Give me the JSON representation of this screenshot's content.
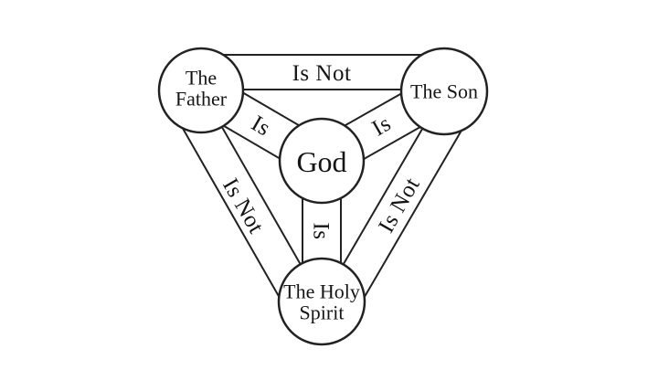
{
  "diagram": {
    "nodes": {
      "father": {
        "line1": "The",
        "line2": "Father"
      },
      "son": {
        "label": "The Son"
      },
      "god": {
        "label": "God"
      },
      "spirit": {
        "line1": "The Holy",
        "line2": "Spirit"
      }
    },
    "edges": {
      "father_son": "Is Not",
      "father_spirit": "Is Not",
      "son_spirit": "Is Not",
      "father_god": "Is",
      "son_god": "Is",
      "spirit_god": "Is"
    },
    "colors": {
      "stroke": "#222222",
      "text": "#151515",
      "background": "#ffffff"
    }
  }
}
